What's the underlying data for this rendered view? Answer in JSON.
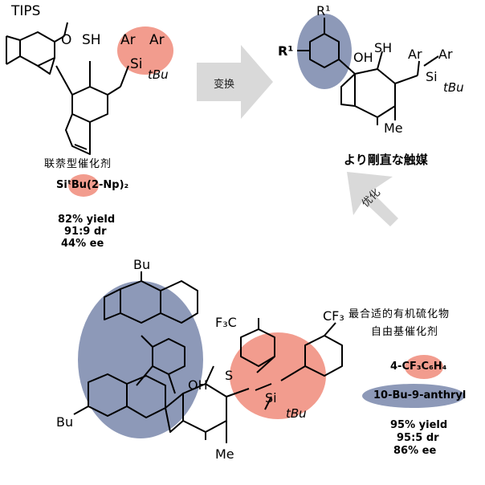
{
  "colors": {
    "salmon": "#f29c8e",
    "slate": "#8d99b8",
    "arrow": "#d9d9d9",
    "ink": "#000000"
  },
  "top_left": {
    "atoms": {
      "tips": "TIPS",
      "o": "O",
      "sh": "SH",
      "ar1": "Ar",
      "ar2": "Ar",
      "si": "Si",
      "tbu": "tBu"
    },
    "caption": "联萘型催化剂",
    "group": "SiᵗBu(2-Np)₂",
    "yield": "82% yield",
    "dr": "91:9 dr",
    "ee": "44% ee"
  },
  "arrow1_label": "变换",
  "top_right": {
    "atoms": {
      "r1_top": "R¹",
      "r1_left": "R¹",
      "oh": "OH",
      "sh": "SH",
      "ar1": "Ar",
      "ar2": "Ar",
      "si": "Si",
      "tbu": "tBu",
      "me": "Me"
    },
    "caption": "より剛直な触媒"
  },
  "arrow2_label": "优化",
  "bottom": {
    "atoms": {
      "bu_top": "Bu",
      "bu_left": "Bu",
      "oh": "OH",
      "s": "S",
      "si": "Si",
      "tbu": "tBu",
      "me": "Me",
      "cf3_left": "F₃C",
      "cf3_right": "CF₃"
    },
    "caption_line1": "最合适的有机硫化物",
    "caption_line2": "自由基催化剂",
    "group1": "4-CF₃C₆H₄",
    "group2": "10-Bu-9-anthryl",
    "yield": "95% yield",
    "dr": "95:5 dr",
    "ee": "86% ee"
  }
}
